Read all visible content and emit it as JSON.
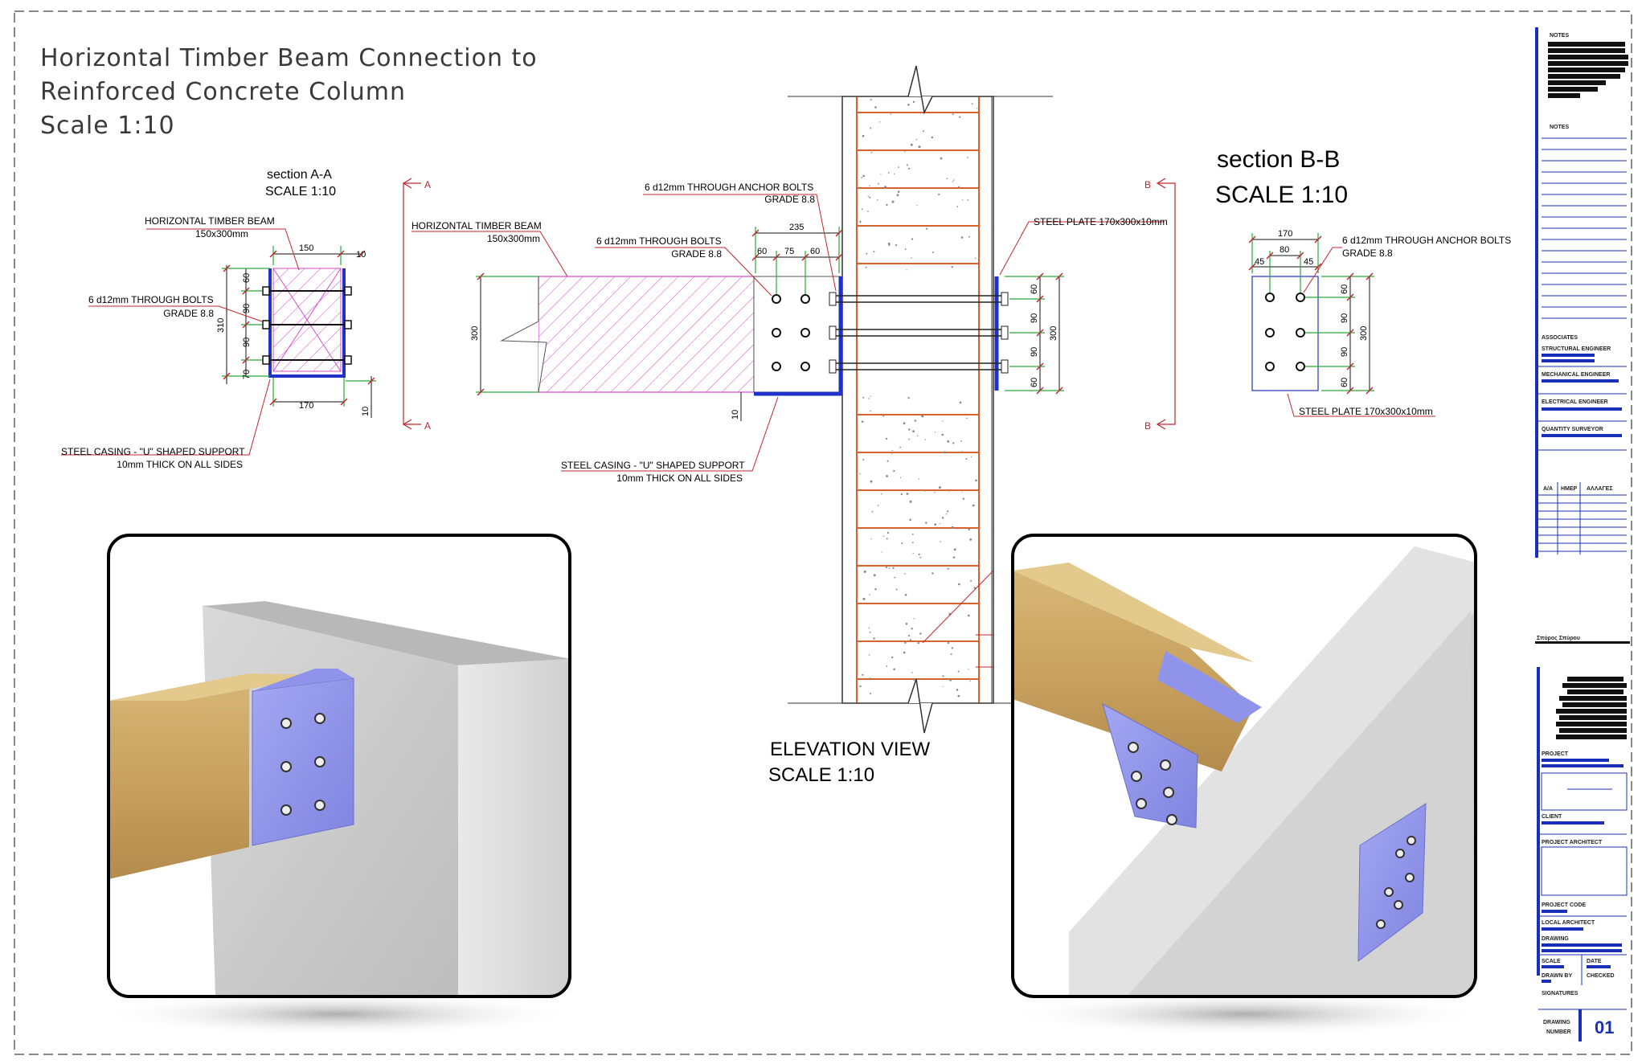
{
  "title": {
    "line1": "Horizontal Timber Beam Connection to",
    "line2": "Reinforced Concrete Column",
    "line3": "Scale 1:10"
  },
  "section_aa": {
    "heading": "section A-A",
    "scale": "SCALE 1:10",
    "beam_label": "HORIZONTAL TIMBER BEAM",
    "beam_size": "150x300mm",
    "bolts_label": "6 d12mm THROUGH BOLTS",
    "bolts_grade": "GRADE 8.8",
    "casing_label": "STEEL CASING - \"U\" SHAPED SUPPORT",
    "casing_note": "10mm THICK ON ALL SIDES",
    "dims": {
      "top_width": "150",
      "top_gap": "10",
      "height": "310",
      "d60": "60",
      "d90a": "90",
      "d90b": "90",
      "d70": "70",
      "bottom_width": "170",
      "bottom_gap": "10"
    }
  },
  "elevation": {
    "heading": "ELEVATION VIEW",
    "scale": "SCALE 1:10",
    "beam_label": "HORIZONTAL TIMBER BEAM",
    "beam_size": "150x300mm",
    "bolts_label": "6 d12mm THROUGH BOLTS",
    "bolts_grade": "GRADE 8.8",
    "anchor_label": "6 d12mm THROUGH ANCHOR BOLTS",
    "anchor_grade": "GRADE 8.8",
    "plate_label": "STEEL PLATE 170x300x10mm",
    "casing_label": "STEEL CASING - \"U\" SHAPED SUPPORT",
    "casing_note": "10mm THICK ON ALL SIDES",
    "marker_a_top": "A",
    "marker_a_bottom": "A",
    "marker_b_top": "B",
    "marker_b_bottom": "B",
    "dims": {
      "total": "235",
      "d60a": "60",
      "d75": "75",
      "d60b": "60",
      "height": "300",
      "thick": "10",
      "r60a": "60",
      "r90a": "90",
      "r90b": "90",
      "r60b": "60",
      "r300": "300"
    }
  },
  "section_bb": {
    "heading": "section B-B",
    "scale": "SCALE 1:10",
    "anchor_label": "6 d12mm THROUGH ANCHOR BOLTS",
    "anchor_grade": "GRADE 8.8",
    "plate_label": "STEEL PLATE 170x300x10mm",
    "dims": {
      "width": "170",
      "inner": "80",
      "left": "45",
      "right": "45",
      "d60a": "60",
      "d90a": "90",
      "d90b": "90",
      "d60b": "60",
      "height": "300"
    }
  },
  "title_block": {
    "notes1": "NOTES",
    "notes2": "NOTES",
    "associates": "ASSOCIATES",
    "structural": "STRUCTURAL ENGINEER",
    "mechanical": "MECHANICAL ENGINEER",
    "electrical": "ELECTRICAL ENGINEER",
    "quantity": "QUANTITY SURVEYOR",
    "col_aa": "A/A",
    "col_date": "ΗΜΕΡ",
    "col_changes": "ΑΛΛΑΓΕΣ",
    "brand": "Σπύρος Σπύρου",
    "project": "PROJECT",
    "client": "CLIENT",
    "architect": "PROJECT ARCHITECT",
    "code": "PROJECT CODE",
    "local": "LOCAL ARCHITECT",
    "drawing": "DRAWING",
    "scale": "SCALE",
    "date": "DATE",
    "drawn": "DRAWN BY",
    "checked": "CHECKED",
    "signatures": "SIGNATURES",
    "number_label1": "DRAWING",
    "number_label2": "NUMBER",
    "number": "01"
  },
  "colors": {
    "accent": "#1a2fb8",
    "section_red": "#c0262d",
    "rebar": "#d9622b",
    "timber_hatch": "#d44bc9",
    "steel_blue": "#1f31c7"
  }
}
